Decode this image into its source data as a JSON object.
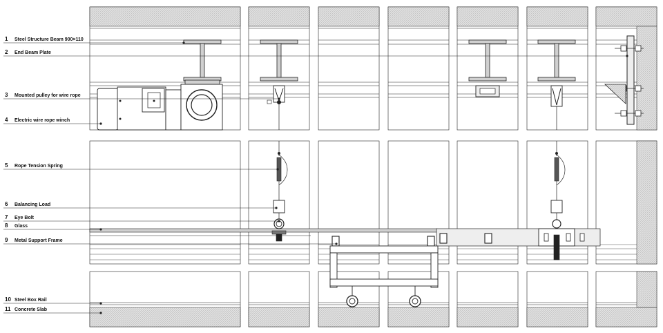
{
  "legend": [
    {
      "num": "1",
      "text": "Steel Structure Beam 900×110"
    },
    {
      "num": "2",
      "text": "End Beam Plate"
    },
    {
      "num": "3",
      "text": "Mounted pulley for wire rope"
    },
    {
      "num": "4",
      "text": "Electric wire rope winch"
    },
    {
      "num": "5",
      "text": "Rope Tension Spring"
    },
    {
      "num": "6",
      "text": "Balancing Load"
    },
    {
      "num": "7",
      "text": "Eye Bolt"
    },
    {
      "num": "8",
      "text": "Glass"
    },
    {
      "num": "9",
      "text": "Metal Support Frame"
    },
    {
      "num": "10",
      "text": "Steel Box Rail"
    },
    {
      "num": "11",
      "text": "Concrete Slab"
    }
  ],
  "colors": {
    "line": "#222222",
    "steel": "#d0d0d0",
    "hatch": "#bdbdbd",
    "background": "#ffffff"
  }
}
